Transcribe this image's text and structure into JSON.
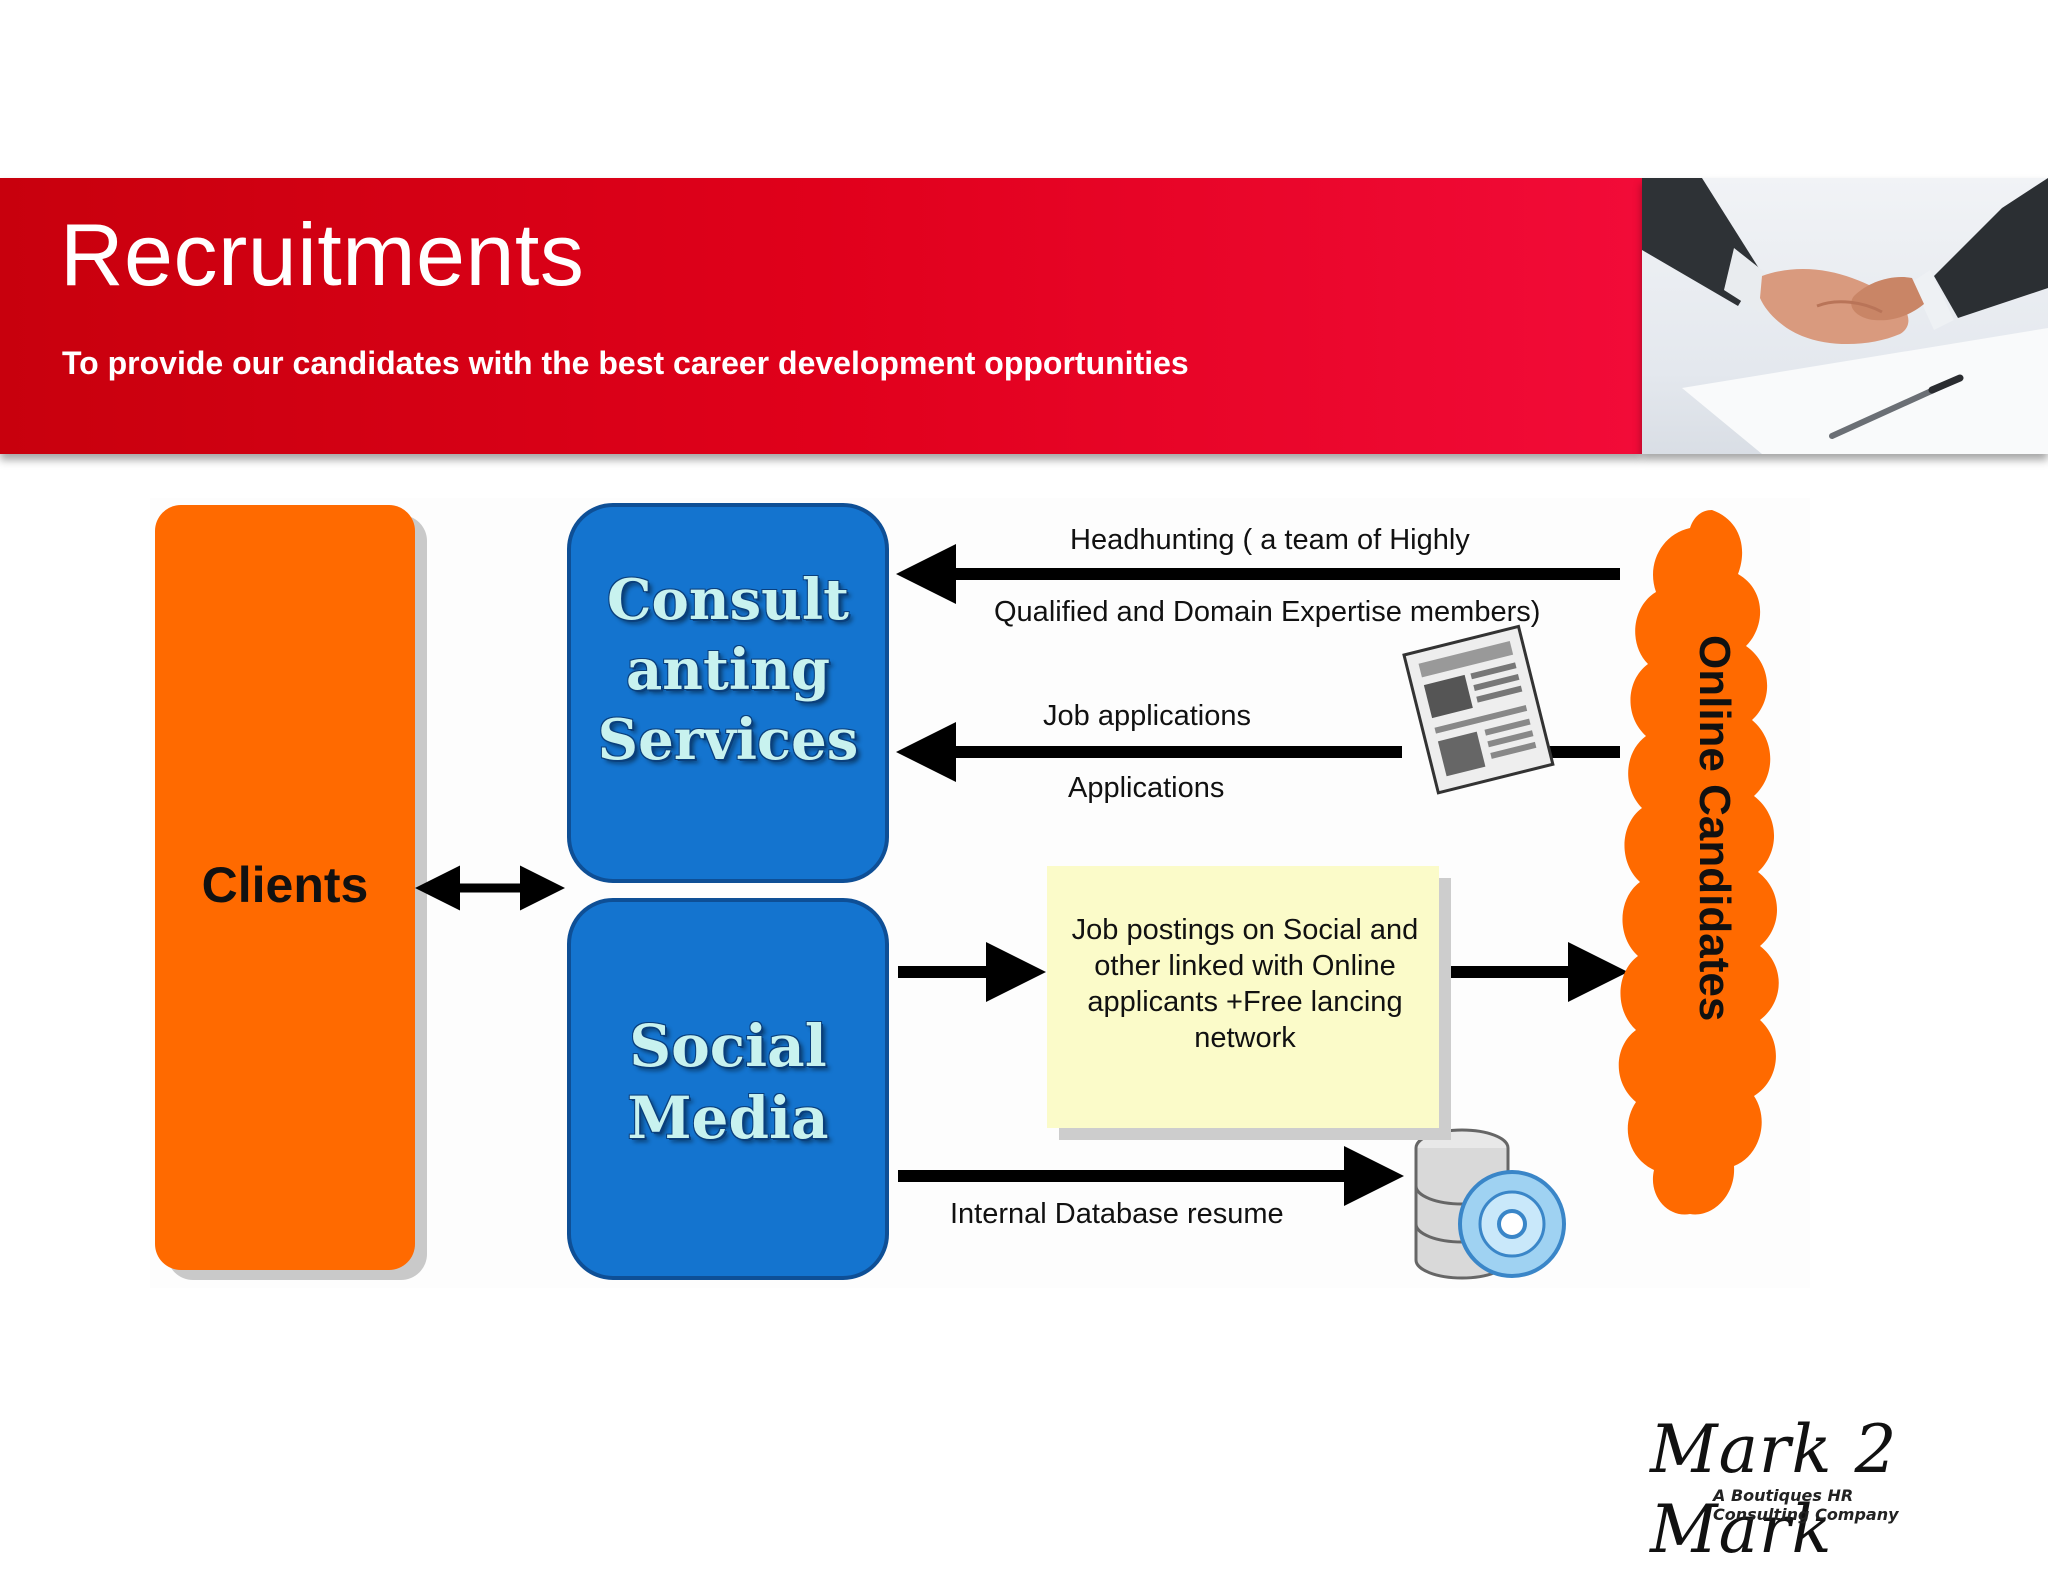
{
  "header": {
    "title": "Recruitments",
    "subtitle": "To provide our candidates with the best career development opportunities"
  },
  "diagram": {
    "clients": "Clients",
    "consulting_services": "Consult\nanting\nServices",
    "social_media": "Social\nMedia",
    "headhunting_line1": "Headhunting ( a team of Highly",
    "headhunting_line2": "Qualified and Domain Expertise members)",
    "job_applications": "Job applications",
    "applications": "Applications",
    "job_postings": "Job postings on Social and\nother  linked with Online\napplicants +Free lancing\nnetwork",
    "internal_database": "Internal Database resume",
    "online_candidates": "Online Candidates"
  },
  "logo": {
    "name": "Mark 2 Mark",
    "tagline_line1": "A Boutiques HR",
    "tagline_line2": "Consulting Company"
  },
  "colors": {
    "banner_red": "#e0001b",
    "clients_orange": "#ff6a00",
    "services_blue": "#1474cf",
    "postings_yellow": "#fbfbc9",
    "cloud_orange": "#ff6a00"
  },
  "icons": [
    "handshake-photo",
    "newspaper-icon",
    "database-disc-icon",
    "cloud-shape"
  ]
}
